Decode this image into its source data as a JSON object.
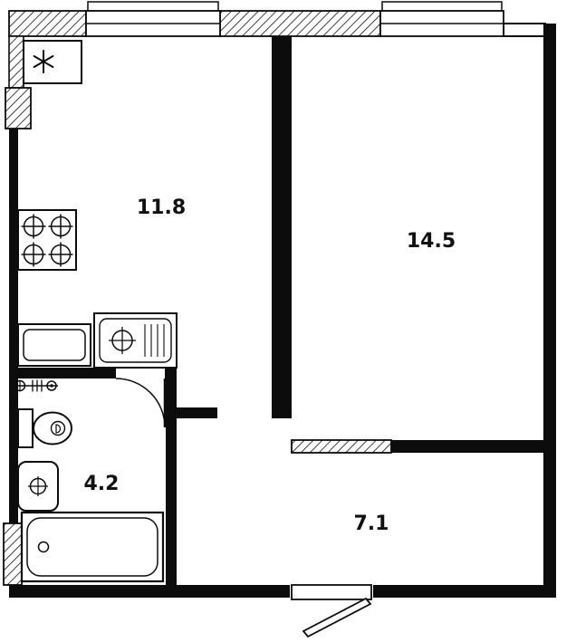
{
  "floorplan": {
    "rooms": [
      {
        "id": "kitchen",
        "area": "11.8"
      },
      {
        "id": "living-room",
        "area": "14.5"
      },
      {
        "id": "bathroom",
        "area": "4.2"
      },
      {
        "id": "hallway",
        "area": "7.1"
      }
    ],
    "icons": {
      "vent-shaft-icon": "six-spoke asterisk",
      "stove-icon": "2x2 crossed-circle gas burners",
      "washing-machine-icon": "square with rounded drum outline",
      "kitchen-sink-icon": "crossed-circle drain with drainboard lines",
      "plumbing-riser-icon": "crossed circle, tick marks, dotted circle",
      "toilet-icon": "cistern with oval bowl",
      "washbasin-icon": "rounded square with crossed drain",
      "bathtub-icon": "rounded tub with drain circle",
      "bathroom-door-icon": "quarter-circle door swing",
      "entrance-door-icon": "outward-opening leaf at threshold",
      "window-icon": "framed wall opening with sill"
    },
    "colors": {
      "wall": "#0c0c0c",
      "background": "#ffffff"
    }
  }
}
